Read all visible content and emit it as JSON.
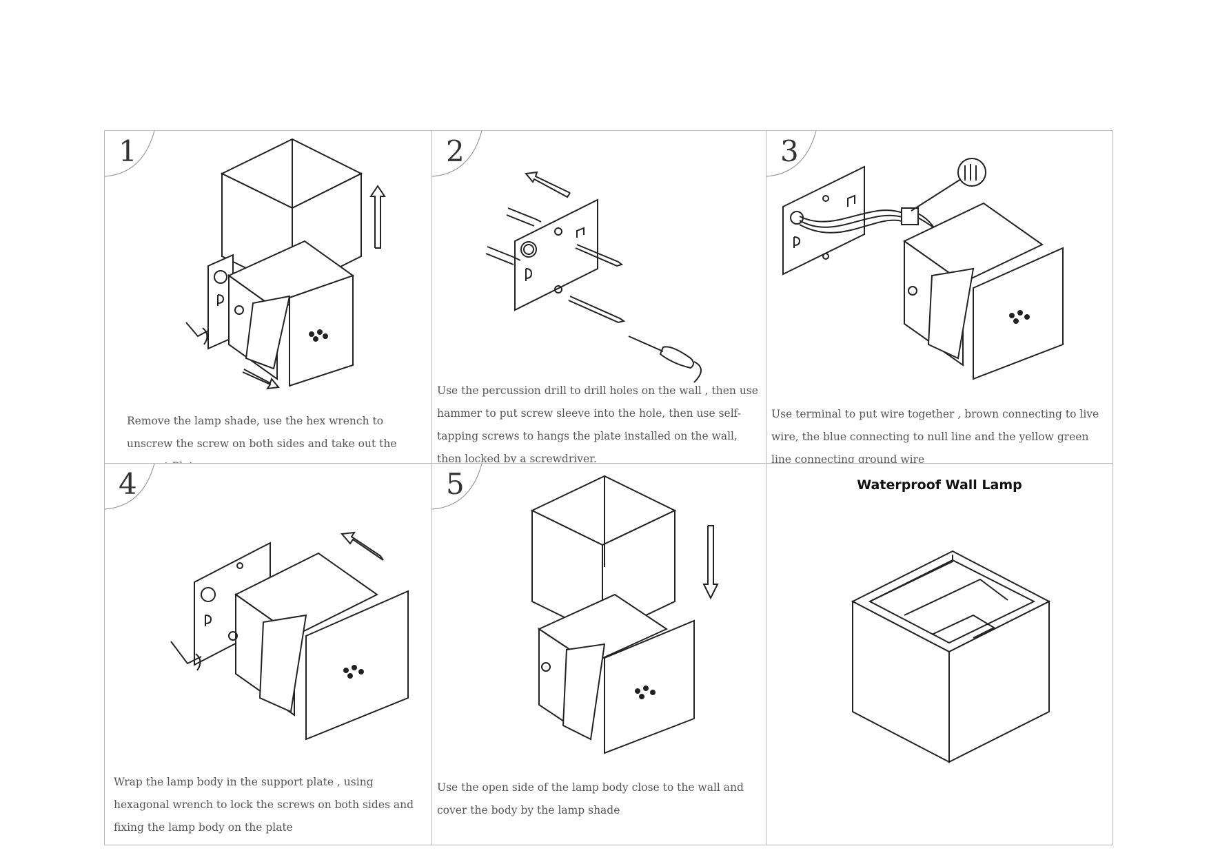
{
  "steps": [
    {
      "number": "1",
      "caption": "Remove the lamp shade, use the hex wrench to unscrew the screw on both sides and take  out the support Plate."
    },
    {
      "number": "2",
      "caption": "Use the percussion drill to drill holes on the wall , then use hammer to put screw sleeve into the hole, then use self-tapping screws to hangs the plate installed on the wall, then locked by a screwdriver."
    },
    {
      "number": "3",
      "caption": "Use terminal to put wire together , brown connecting to live wire, the blue connecting to null line and the yellow green line connecting ground wire"
    },
    {
      "number": "4",
      "caption": "Wrap the lamp body in the support plate , using hexagonal wrench to lock the screws on both sides and fixing the lamp body on the plate"
    },
    {
      "number": "5",
      "caption": "Use the open side of the lamp body close to the wall and cover the body by the lamp shade"
    }
  ],
  "final_panel": {
    "title": "Waterproof Wall Lamp"
  }
}
